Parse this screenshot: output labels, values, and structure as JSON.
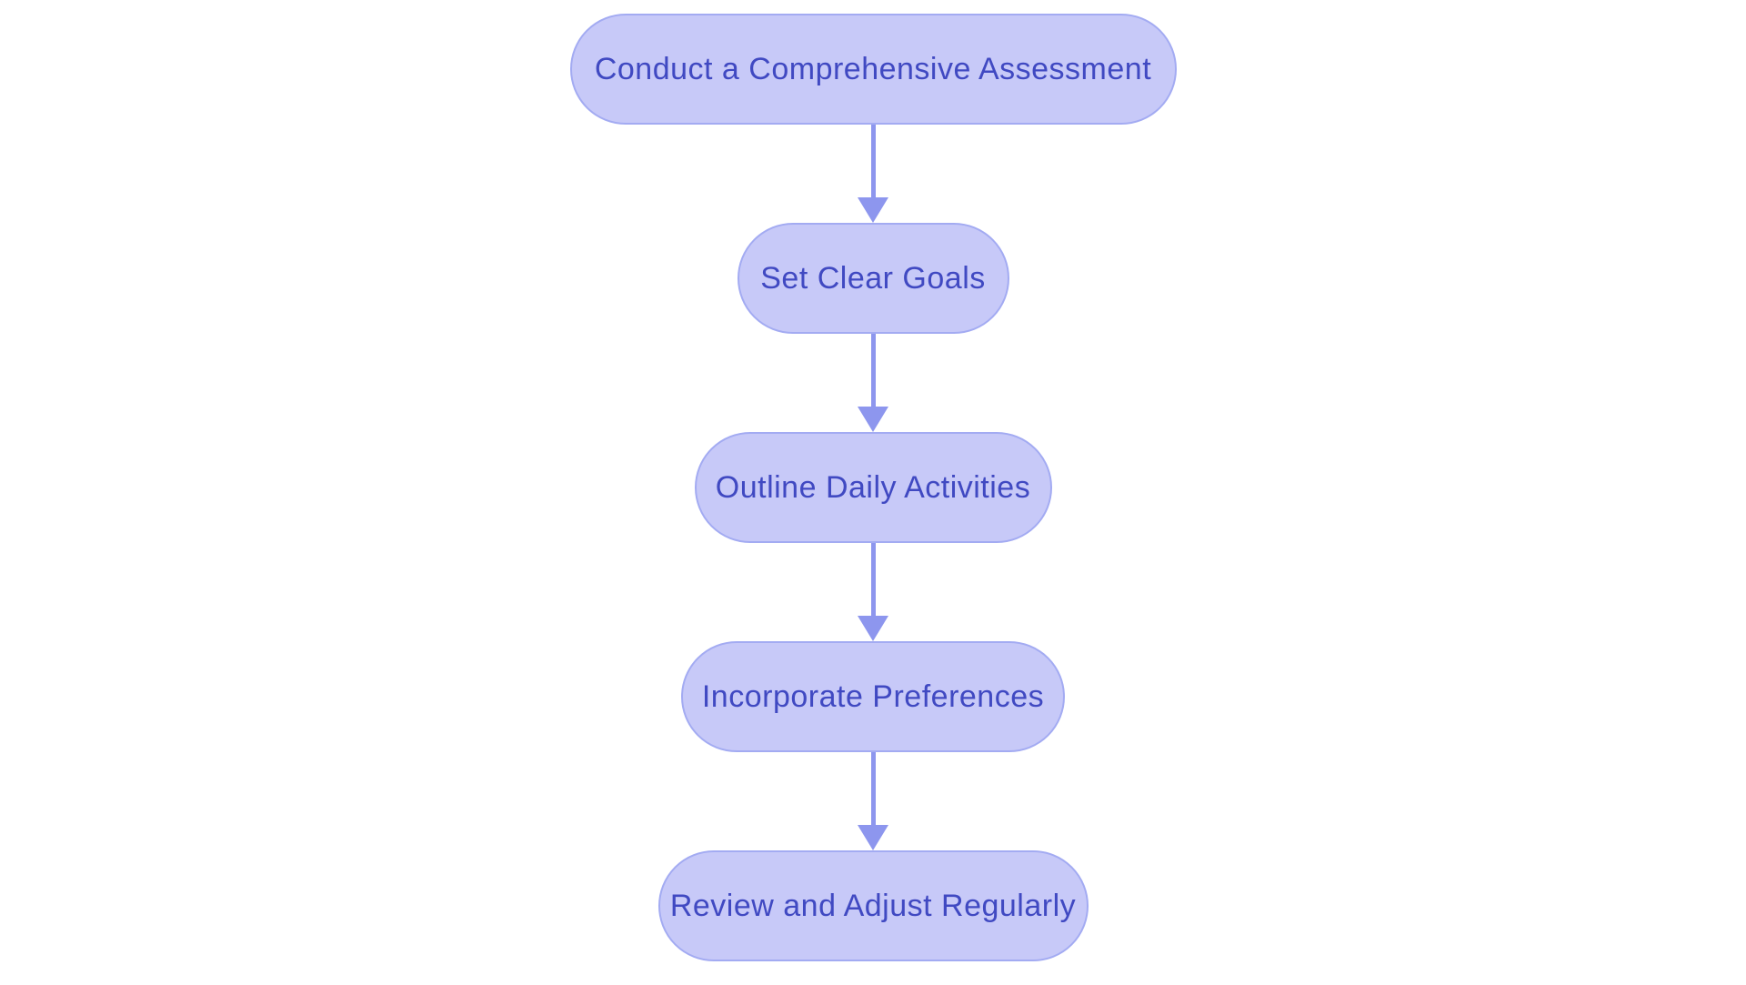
{
  "diagram": {
    "type": "flowchart",
    "orientation": "vertical",
    "nodes": [
      {
        "id": "step-1",
        "label": "Conduct a Comprehensive Assessment"
      },
      {
        "id": "step-2",
        "label": "Set Clear Goals"
      },
      {
        "id": "step-3",
        "label": "Outline Daily Activities"
      },
      {
        "id": "step-4",
        "label": "Incorporate Preferences"
      },
      {
        "id": "step-5",
        "label": "Review and Adjust Regularly"
      }
    ],
    "edges": [
      {
        "from": "step-1",
        "to": "step-2"
      },
      {
        "from": "step-2",
        "to": "step-3"
      },
      {
        "from": "step-3",
        "to": "step-4"
      },
      {
        "from": "step-4",
        "to": "step-5"
      }
    ]
  },
  "colors": {
    "background": "#ffffff",
    "node_fill": "#c7c9f8",
    "node_border": "#a3abf2",
    "node_text": "#4049c2",
    "arrow": "#8d96ee"
  }
}
